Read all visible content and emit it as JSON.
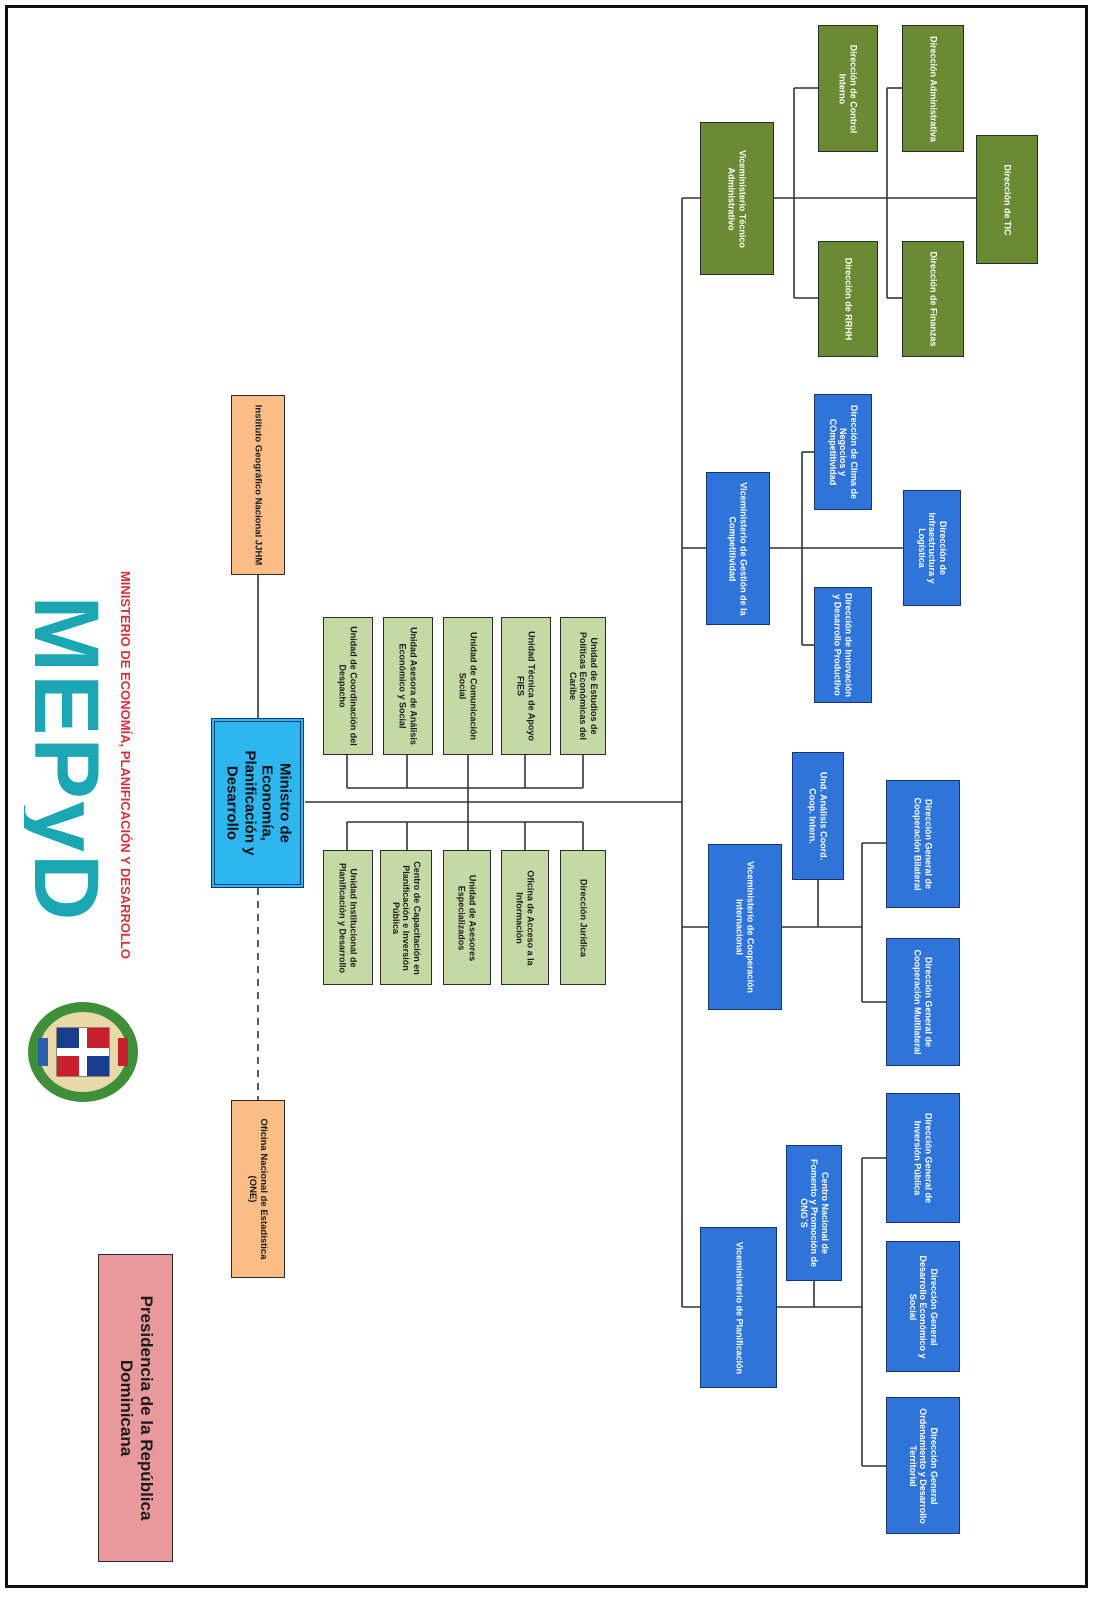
{
  "brand": {
    "logo": "MEPyD",
    "subtitle": "MINISTERIO DE ECONOMÍA, PLANIFICACIÓN Y DESARROLLO",
    "teal": "#1aa7b3",
    "red": "#d5313c"
  },
  "boxes": {
    "presidencia": "Presidencia de la República Dominicana",
    "one": "Oficina Nacional de Estadística (ONE)",
    "ministro": "Ministro de Economía, Planificación y Desarrollo",
    "igni": "Instituto Geográfico Nacional JJHM",
    "u_coord": "Unidad de Coordinación del Despacho",
    "u_asesora": "Unidad Asesora de Análisis Económico y Social",
    "u_comunicacion": "Unidad de Comunicación Social",
    "u_fies": "Unidad Técnica de Apoyo FIES",
    "u_caribe": "Unidad de Estudios de Políticas Económicas del Caribe",
    "u_institucional": "Unidad Institucional de Planificación y Desarrollo",
    "u_capacitacion": "Centro de Capacitación en Planificación e Inversión Pública",
    "u_asesores": "Unidad de Asesores Especializados",
    "u_acceso": "Oficina de Acceso a la Información",
    "u_juridica": "Dirección Jurídica",
    "vm_tecnico": "Viceministerio Técnico Administrativo",
    "d_control": "Dirección de Control Interno",
    "d_administrativa": "Dirección Administrativa",
    "d_tic": "Dirección de TIC",
    "d_rrhh": "Dirección de RRHH",
    "d_finanzas": "Dirección de Finanzas",
    "vm_competitividad": "Viceministerio de Gestión de la Competitividad",
    "d_clima": "Dirección de Clima de Negocios y COmpetitividad",
    "d_infraestructura": "Dirección de Infraestructura y Logística",
    "d_innovacion": "Dirección de Innovación y Desarrollo Productivo",
    "vm_cooperacion": "Viceministerio de Cooperación Internacional",
    "und_analisis": "Und. Análisis Coord. Coop. Intern.",
    "dg_bilateral": "Dirección General de Cooperación Bilateral",
    "dg_multilateral": "Dirección General de Cooperación Multilateral",
    "vm_planificacion": "Viceministerio de Planificación",
    "cn_ongs": "Centro Nacional de Fomento y Promoción de ONG´S",
    "dg_inversion": "Dirección General de Inversión Pública",
    "dg_desarrollo": "Dirección General Desarrollo Económico y Social",
    "dg_territorial": "Dirección General Ordenamiento y Desarrollo Territorial"
  }
}
